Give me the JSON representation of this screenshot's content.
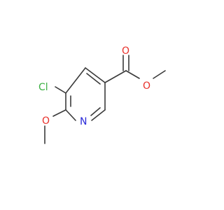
{
  "molecule": {
    "atoms": [
      {
        "id": "Cl",
        "label": "Cl",
        "color": "#3cb043"
      },
      {
        "id": "O_ether",
        "label": "O",
        "color": "#e8302a"
      },
      {
        "id": "N_ring",
        "label": "N",
        "color": "#2a2ad8"
      },
      {
        "id": "O_carbonyl",
        "label": "O",
        "color": "#e8302a"
      },
      {
        "id": "O_ester",
        "label": "O",
        "color": "#e8302a"
      }
    ],
    "bond_color": "#3a3a3a"
  }
}
